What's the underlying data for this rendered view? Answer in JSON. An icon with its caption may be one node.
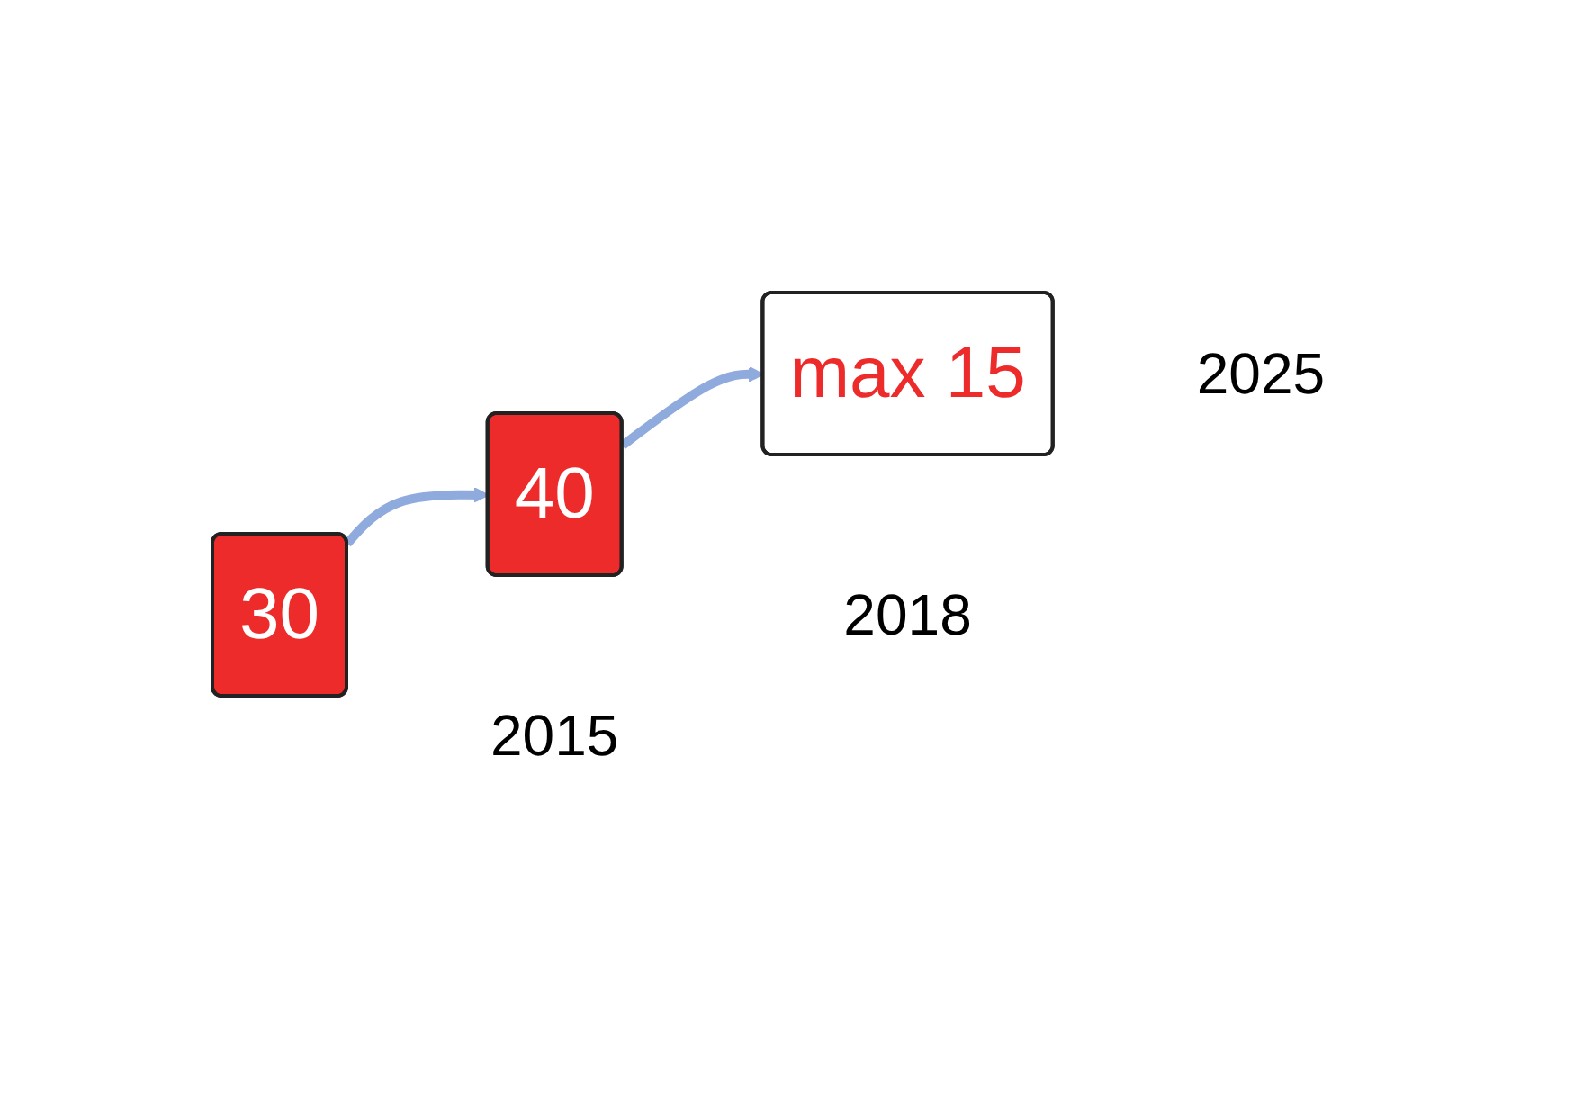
{
  "diagram": {
    "nodes": [
      {
        "text": [
          "30"
        ],
        "beside": [
          "2015"
        ]
      },
      {
        "text": [
          "40"
        ],
        "beside": [
          "2018"
        ]
      },
      {
        "text": [
          "max 15"
        ],
        "beside": [
          "2025"
        ]
      }
    ],
    "edges": [
      {
        "from": 0,
        "to": 1,
        "arrow": "to"
      },
      {
        "from": 1,
        "to": 2,
        "arrow": "to"
      }
    ]
  }
}
